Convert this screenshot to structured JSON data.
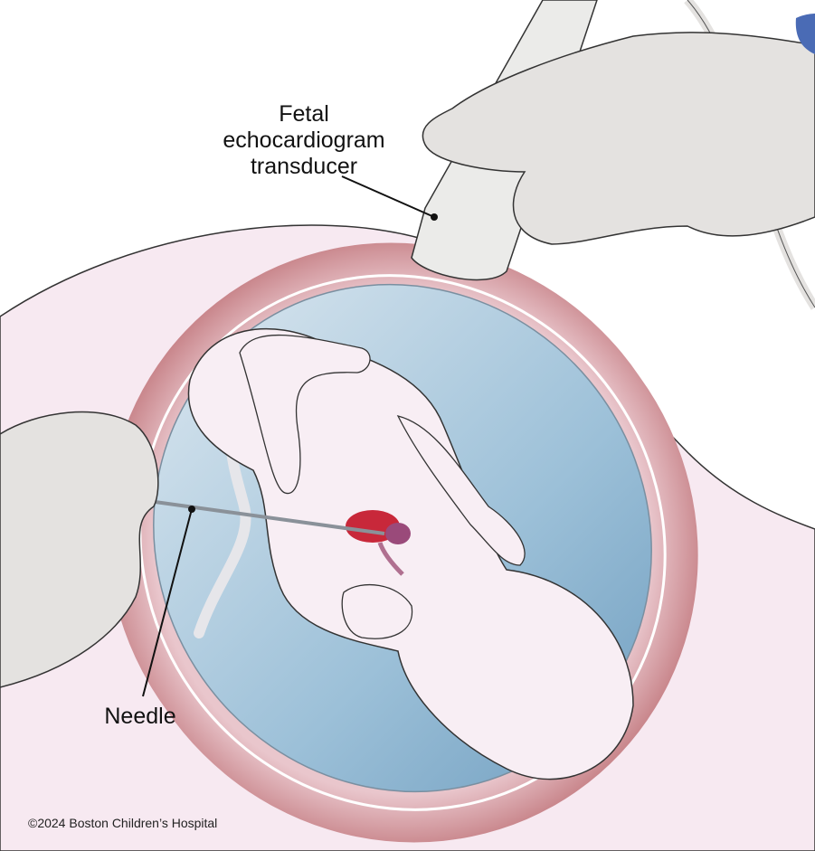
{
  "labels": {
    "transducer": [
      "Fetal",
      "echocardiogram",
      "transducer"
    ],
    "needle": "Needle"
  },
  "copyright": "©2024 Boston Children’s Hospital",
  "colors": {
    "skin": "#f7e9f1",
    "uterus_wall": "#a8454a",
    "amniotic_fluid": "#8fb5cf",
    "fetus": "#f8eef4",
    "glove": "#e4e2e0",
    "heart": "#c8283a"
  }
}
